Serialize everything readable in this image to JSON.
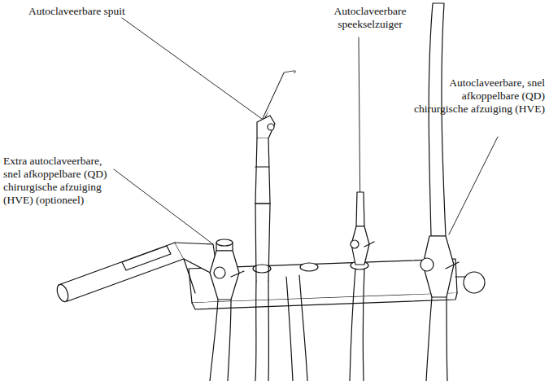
{
  "diagram": {
    "labels": [
      "Autoclaveerbare spuit",
      "Autoclaveerbare speekselzuiger",
      "Extra autoclaveerbare, snel afkoppelbare (QD) chirurgische afzuiging (HVE) (optioneel)",
      "Autoclaveerbare, snel afkoppelbare (QD) chirurgische afzuiging (HVE)"
    ]
  }
}
